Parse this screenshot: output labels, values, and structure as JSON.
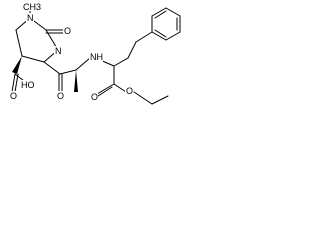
{
  "molecule": {
    "atom_labels": {
      "methyl": "CH3",
      "n_methyl": "N",
      "ring_oxo": "O",
      "n_acyl": "N",
      "acid": "HO",
      "acid_oxo": "O",
      "amide_oxo": "O",
      "amine": "NH",
      "ester_oxo": "O",
      "ester_o": "O"
    },
    "colors": {
      "bond": "#000000",
      "text": "#000000",
      "background": "#ffffff"
    }
  }
}
